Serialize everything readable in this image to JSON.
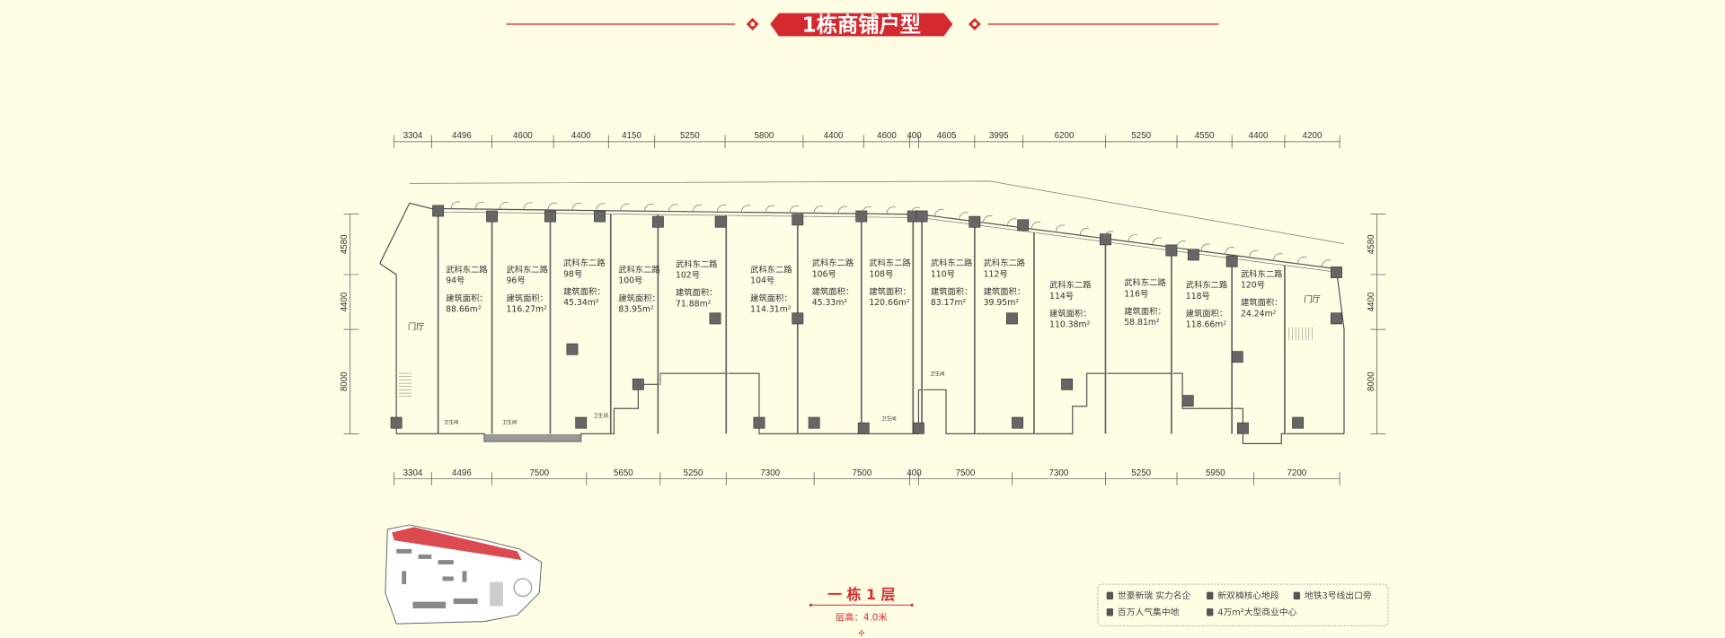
{
  "title": "1栋商铺户型",
  "floor": {
    "name": "一 栋 1 层",
    "height": "层高：4.0米"
  },
  "dimensions": {
    "top": [
      "3304",
      "4496",
      "4600",
      "4400",
      "4150",
      "5250",
      "5800",
      "4400",
      "4600",
      "400",
      "4605",
      "3995",
      "6200",
      "5250",
      "4550",
      "4400",
      "4200"
    ],
    "bottom": [
      "3304",
      "4496",
      "7500",
      "5650",
      "5250",
      "7300",
      "7500",
      "400",
      "7500",
      "7300",
      "5250",
      "5950",
      "7200"
    ],
    "left": [
      "4580",
      "4400",
      "8000"
    ],
    "right": [
      "4580",
      "4400",
      "8000"
    ]
  },
  "units": [
    {
      "street": "武科东二路",
      "number": "94号",
      "area_label": "建筑面积：",
      "area": "88.66m²"
    },
    {
      "street": "武科东二路",
      "number": "96号",
      "area_label": "建筑面积：",
      "area": "116.27m²"
    },
    {
      "street": "武科东二路",
      "number": "98号",
      "area_label": "建筑面积：",
      "area": "45.34m²"
    },
    {
      "street": "武科东二路",
      "number": "100号",
      "area_label": "建筑面积：",
      "area": "83.95m²"
    },
    {
      "street": "武科东二路",
      "number": "102号",
      "area_label": "建筑面积：",
      "area": "71.88m²"
    },
    {
      "street": "武科东二路",
      "number": "104号",
      "area_label": "建筑面积：",
      "area": "114.31m²"
    },
    {
      "street": "武科东二路",
      "number": "106号",
      "area_label": "建筑面积：",
      "area": "45.33m²"
    },
    {
      "street": "武科东二路",
      "number": "108号",
      "area_label": "建筑面积：",
      "area": "120.66m²"
    },
    {
      "street": "武科东二路",
      "number": "110号",
      "area_label": "建筑面积：",
      "area": "83.17m²"
    },
    {
      "street": "武科东二路",
      "number": "112号",
      "area_label": "建筑面积：",
      "area": "39.95m²"
    },
    {
      "street": "武科东二路",
      "number": "114号",
      "area_label": "建筑面积：",
      "area": "110.38m²"
    },
    {
      "street": "武科东二路",
      "number": "116号",
      "area_label": "建筑面积：",
      "area": "58.81m²"
    },
    {
      "street": "武科东二路",
      "number": "118号",
      "area_label": "建筑面积：",
      "area": "118.66m²"
    },
    {
      "street": "武科东二路",
      "number": "120号",
      "area_label": "建筑面积：",
      "area": "24.24m²"
    }
  ],
  "rooms": {
    "lobby": "门厅",
    "restroom": "卫生间"
  },
  "legend": [
    {
      "icon": "shield-icon",
      "text": "世豪新瑞  实力名企"
    },
    {
      "icon": "building-icon",
      "text": "新双楠核心地段"
    },
    {
      "icon": "metro-icon",
      "text": "地铁3号线出口旁"
    },
    {
      "icon": "people-icon",
      "text": "百万人气集中地"
    },
    {
      "icon": "chart-icon",
      "text": "4万m²大型商业中心"
    }
  ],
  "colors": {
    "accent": "#d42a2f",
    "background": "#fffde4"
  }
}
